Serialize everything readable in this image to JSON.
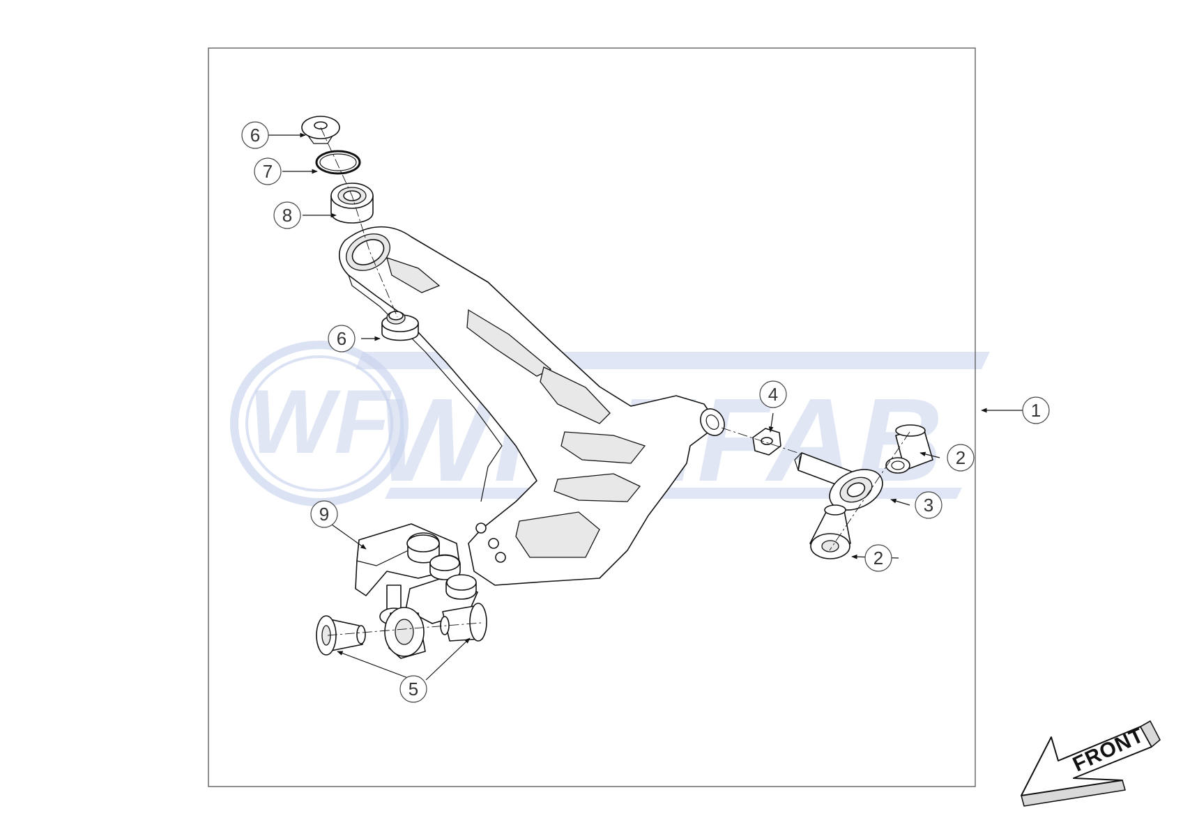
{
  "watermark": {
    "brand": "WISEFAB",
    "monogram": "WF",
    "color": "#c7d2ec"
  },
  "direction_indicator": {
    "label": "FRONT"
  },
  "callouts": [
    {
      "id": "c1",
      "label": "1"
    },
    {
      "id": "c2a",
      "label": "2"
    },
    {
      "id": "c2b",
      "label": "2"
    },
    {
      "id": "c3",
      "label": "3"
    },
    {
      "id": "c4",
      "label": "4"
    },
    {
      "id": "c5",
      "label": "5"
    },
    {
      "id": "c6a",
      "label": "6"
    },
    {
      "id": "c6b",
      "label": "6"
    },
    {
      "id": "c7",
      "label": "7"
    },
    {
      "id": "c8",
      "label": "8"
    },
    {
      "id": "c9",
      "label": "9"
    }
  ]
}
